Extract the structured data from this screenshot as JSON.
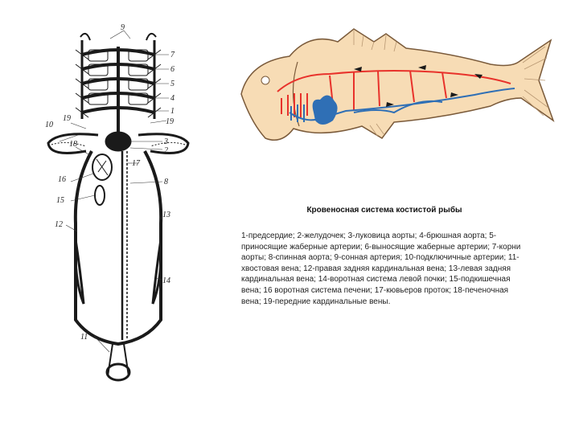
{
  "caption": {
    "title": "Кровеносная система костистой рыбы",
    "legend": "1-предсердие; 2-желудочек; 3-луковица аорты; 4-брюшная аорта; 5-приносящие жаберные артерии; 6-выносящие жаберные артерии; 7-корни аорты; 8-спинная аорта; 9-сонная артерия; 10-подключичные артерии; 11-хвостовая вена; 12-правая задняя кардинальная вена; 13-левая задняя кардинальная вена; 14-воротная система левой почки; 15-подкишечная вена; 16 воротная система печени; 17-кювьеров проток; 18-печеночная вена; 19-передние кардинальные вены."
  },
  "schematic": {
    "labels": {
      "n1": "1",
      "n2": "2",
      "n3": "3",
      "n4": "4",
      "n5": "5",
      "n6": "6",
      "n7": "7",
      "n8": "8",
      "n9": "9",
      "n10": "10",
      "n11": "11",
      "n12": "12",
      "n13": "13",
      "n14": "14",
      "n15": "15",
      "n16": "16",
      "n17": "17",
      "n18": "18",
      "n19": "19"
    }
  },
  "colors": {
    "artery": "#e8322b",
    "vein": "#2f6fb5",
    "fish_body": "#f7dcb5",
    "outline": "#7a5a3a",
    "ink": "#1a1a1a"
  }
}
